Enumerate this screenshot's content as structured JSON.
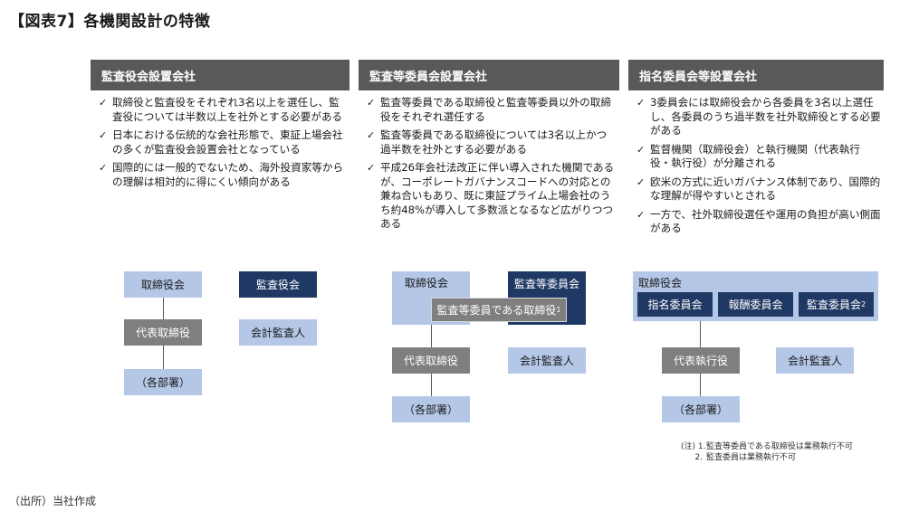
{
  "title": "【図表7】各機関設計の特徴",
  "source": "（出所）当社作成",
  "columns": [
    {
      "header": "監査役会設置会社",
      "bullets": [
        "取締役と監査役をそれぞれ3名以上を選任し、監査役については半数以上を社外とする必要がある",
        "日本における伝統的な会社形態で、東証上場会社の多くが監査役会設置会社となっている",
        "国際的には一般的でないため、海外投資家等からの理解は相対的に得にくい傾向がある"
      ],
      "diagram": {
        "board": "取締役会",
        "auditors": "監査役会",
        "rep": "代表取締役",
        "accounting": "会計監査人",
        "depts": "（各部署）"
      }
    },
    {
      "header": "監査等委員会設置会社",
      "bullets": [
        "監査等委員である取締役と監査等委員以外の取締役をそれぞれ選任する",
        "監査等委員である取締役については3名以上かつ過半数を社外とする必要がある",
        "平成26年会社法改正に伴い導入された機関であるが、コーポレートガバナンスコードへの対応との兼ね合いもあり、既に東証プライム上場会社のうち約48%が導入して多数派となるなど広がりつつある"
      ],
      "diagram": {
        "board": "取締役会",
        "committee": "監査等委員会",
        "member_director": "監査等委員である取締役",
        "member_director_sup": "1",
        "rep": "代表取締役",
        "accounting": "会計監査人",
        "depts": "（各部署）"
      }
    },
    {
      "header": "指名委員会等設置会社",
      "bullets": [
        "3委員会には取締役会から各委員を3名以上選任し、各委員のうち過半数を社外取締役とする必要がある",
        "監督機関（取締役会）と執行機関（代表執行役・執行役）が分離される",
        "欧米の方式に近いガバナンス体制であり、国際的な理解が得やすいとされる",
        "一方で、社外取締役選任や運用の負担が高い側面がある"
      ],
      "diagram": {
        "board": "取締役会",
        "nominating": "指名委員会",
        "compensation": "報酬委員会",
        "audit": "監査委員会",
        "audit_sup": "2",
        "rep": "代表執行役",
        "accounting": "会計監査人",
        "depts": "（各部署）"
      }
    }
  ],
  "notes": {
    "mark": "(注) 1.",
    "line1": "監査等委員である取締役は業務執行不可",
    "num2": "2.",
    "line2": "監査委員は業務執行不可"
  },
  "check_glyph": "✓",
  "colors": {
    "header": "#595959",
    "light_box": "#b4c7e7",
    "dark_box": "#1f3864",
    "gray_box": "#7f7f7f"
  }
}
